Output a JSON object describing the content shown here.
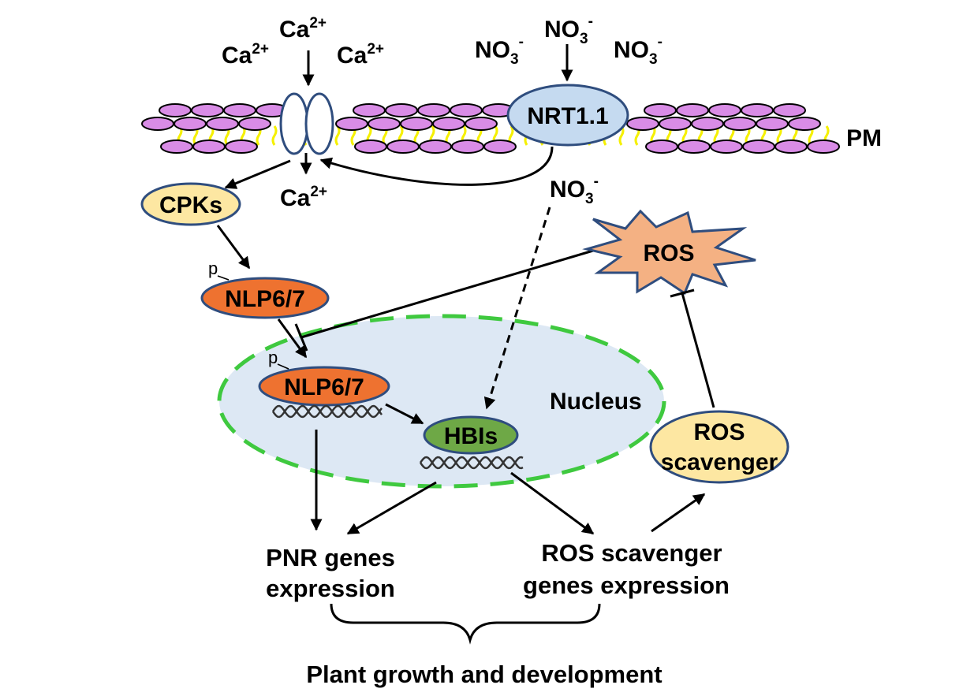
{
  "membrane": {
    "label": "PM"
  },
  "calcium": {
    "ion_top": "Ca",
    "ion_left": "Ca",
    "ion_right": "Ca",
    "ion_inside": "Ca",
    "charge": "2+"
  },
  "nitrate": {
    "ion_left": "NO",
    "ion_top": "NO",
    "ion_right": "NO",
    "ion_inside": "NO",
    "sub": "3",
    "charge": "-"
  },
  "transporter": {
    "label": "NRT1.1"
  },
  "cpks": {
    "label": "CPKs"
  },
  "nlp_cyto": {
    "label": "NLP6/7",
    "phospho": "p"
  },
  "nlp_nuc": {
    "label": "NLP6/7",
    "phospho": "p"
  },
  "hbis": {
    "label": "HBIs"
  },
  "nucleus": {
    "label": "Nucleus"
  },
  "ros": {
    "label": "ROS"
  },
  "scavenger": {
    "line1": "ROS",
    "line2": "scavenger"
  },
  "pnr": {
    "line1": "PNR genes",
    "line2": "expression"
  },
  "ros_genes": {
    "line1": "ROS scavenger",
    "line2": "genes expression"
  },
  "outcome": {
    "label": "Plant growth and development"
  },
  "colors": {
    "lipid_head": "#d98ce6",
    "lipid_tail": "#f5f000",
    "channel_fill": "#ffffff",
    "nrt_fill": "#c5daf0",
    "outline_blue": "#2f4d7e",
    "cpk_fill": "#fde7a2",
    "nlp_fill": "#ee7230",
    "hbi_fill": "#6ea846",
    "nucleus_fill": "#dde8f4",
    "nucleus_border": "#3fc93f",
    "ros_fill": "#f4b183",
    "scavenger_fill": "#fde7a2"
  }
}
